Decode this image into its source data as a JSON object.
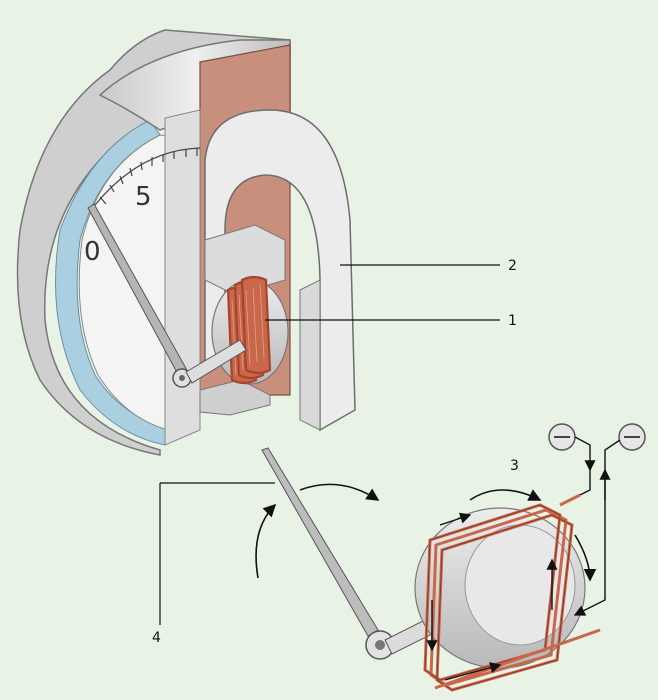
{
  "labels": {
    "l1": "1",
    "l2": "2",
    "l3": "3",
    "l4": "4"
  },
  "dial": {
    "zero": "0",
    "five": "5"
  },
  "colors": {
    "background": "#e8f3e6",
    "copper": "#c8674a",
    "metal": "#dcdcdc",
    "glass": "#a9cfe0",
    "wood": "#c98f7d"
  }
}
